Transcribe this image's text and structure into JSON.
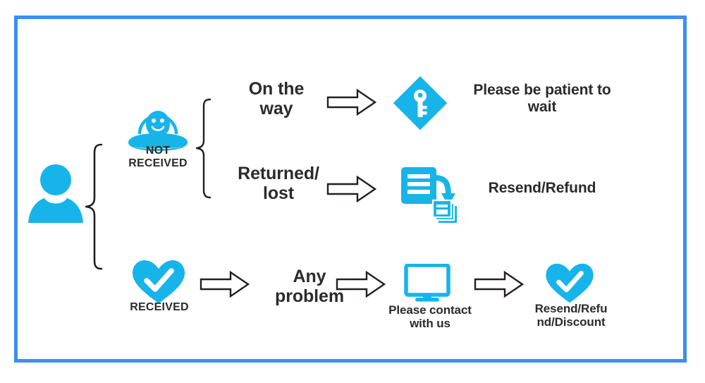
{
  "diagram": {
    "title": "Order status customer service flow",
    "frame_color": "#3b8ef3",
    "accent_color": "#17b4e9",
    "text_color": "#2b2b2b",
    "nodes": {
      "customer": {
        "icon": "person-icon",
        "label": ""
      },
      "not_received": {
        "icon": "ufo-alien-icon",
        "label": "NOT\nRECEIVED"
      },
      "received": {
        "icon": "heart-check-icon",
        "label": "RECEIVED"
      },
      "on_the_way": {
        "label": "On the\nway"
      },
      "returned_lost": {
        "label": "Returned/\nlost"
      },
      "any_problem": {
        "label": "Any\nproblem"
      },
      "be_patient": {
        "icon": "key-diamond-icon",
        "label": "Please be patient to\nwait"
      },
      "resend_refund": {
        "icon": "document-resend-icon",
        "label": "Resend/Refund"
      },
      "contact_us": {
        "icon": "monitor-icon",
        "label": "Please contact\nwith us"
      },
      "resend_refund_discount": {
        "icon": "heart-check-icon",
        "label": "Resend/Refu\nnd/Discount"
      }
    },
    "connectors": {
      "customer_brace": "left-curly-brace",
      "not_received_brace": "left-curly-brace",
      "arrow_on_the_way": "right-block-arrow",
      "arrow_returned_lost": "right-block-arrow",
      "arrow_received": "right-block-arrow",
      "arrow_any_problem": "right-block-arrow",
      "arrow_contact": "right-block-arrow"
    }
  }
}
